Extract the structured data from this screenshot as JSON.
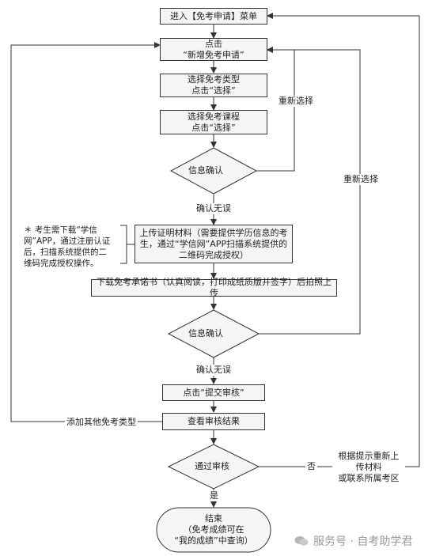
{
  "nodes": {
    "enter_menu": "进入【免考申请】菜单",
    "click_new": [
      "点击",
      "“新增免考申请”"
    ],
    "select_type": [
      "选择免考类型",
      "点击“选择”"
    ],
    "select_course": [
      "选择免考课程",
      "点击“选择”"
    ],
    "confirm1": "信息确认",
    "upload": [
      "上传证明材料（需要提供学历信息的考",
      "生，通过“学信网”APP扫描系统提供的",
      "二维码完成授权）"
    ],
    "download": "下载免考承诺书（认真阅读，打印成纸质版并签字）后拍照上传",
    "confirm2": "信息确认",
    "submit": "点击“提交审核”",
    "view_result": "查看审核结果",
    "pass": "通过审核",
    "reupload": [
      "根据提示重新上传材料",
      "或联系所属考区"
    ],
    "end": [
      "结束",
      "（免考成绩可在",
      "“我的成绩”中查询）"
    ]
  },
  "labels": {
    "reselect1": "重新选择",
    "reselect2": "重新选择",
    "confirm_ok1": "确认无误",
    "confirm_ok2": "确认无误",
    "add_other": "添加其他免考类型",
    "no": "否",
    "yes": "是"
  },
  "note": [
    "＊ 考生需下载“学信",
    "网”APP，通过注册认证",
    "后，扫描系统提供的二",
    "维码完成授权操作。"
  ],
  "watermark": "服务号 · 自考助学君"
}
